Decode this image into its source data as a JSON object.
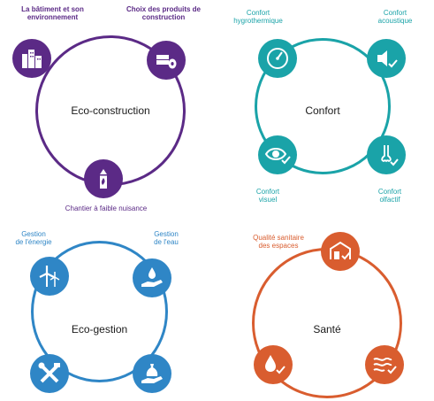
{
  "colors": {
    "eco_construction": "#5b2a86",
    "confort": "#1aa3a8",
    "eco_gestion": "#2f86c6",
    "sante": "#d95d2f"
  },
  "eco_construction": {
    "center_label": "Eco-construction",
    "nodes": [
      {
        "icon": "buildings-icon",
        "caption_lines": [
          "La bâtiment et son",
          "environnement"
        ]
      },
      {
        "icon": "construction-materials-icon",
        "caption_lines": [
          "Choix des produits de",
          "construction"
        ]
      },
      {
        "icon": "construction-site-icon",
        "caption_lines": [
          "Chantier à faible nuisance"
        ]
      }
    ]
  },
  "confort": {
    "center_label": "Confort",
    "nodes": [
      {
        "icon": "thermometer-gauge-icon",
        "caption_lines": [
          "Confort",
          "hygrothermique"
        ]
      },
      {
        "icon": "speaker-icon",
        "caption_lines": [
          "Confort",
          "acoustique"
        ]
      },
      {
        "icon": "eye-icon",
        "caption_lines": [
          "Confort",
          "visuel"
        ]
      },
      {
        "icon": "nose-icon",
        "caption_lines": [
          "Confort",
          "olfactif"
        ]
      }
    ]
  },
  "eco_gestion": {
    "center_label": "Eco-gestion",
    "nodes": [
      {
        "icon": "wind-turbine-icon",
        "caption_lines": [
          "Gestion",
          "de l'énergie"
        ]
      },
      {
        "icon": "water-hand-icon",
        "caption_lines": [
          "Gestion",
          "de l'eau"
        ]
      },
      {
        "icon": "tools-icon",
        "caption_lines": []
      },
      {
        "icon": "waste-bag-icon",
        "caption_lines": []
      }
    ]
  },
  "sante": {
    "center_label": "Santé",
    "nodes": [
      {
        "icon": "indoor-space-icon",
        "caption_lines": [
          "Qualité sanitaire",
          "des espaces"
        ]
      },
      {
        "icon": "water-drop-icon",
        "caption_lines": []
      },
      {
        "icon": "air-waves-icon",
        "caption_lines": []
      }
    ]
  }
}
